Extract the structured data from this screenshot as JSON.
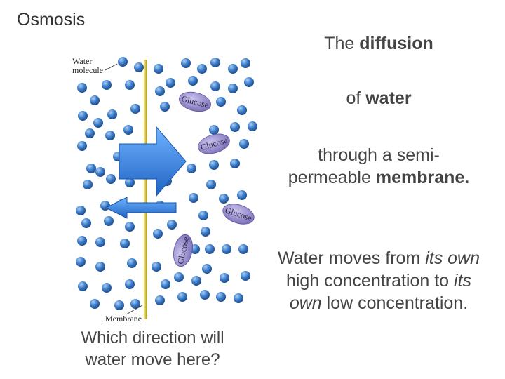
{
  "slide": {
    "title": "Osmosis",
    "definition": {
      "line1_pre": "The ",
      "line1_bold": "diffusion",
      "line2_pre": "of ",
      "line2_bold": "water",
      "line3_pre": "through a semi-permeable ",
      "line3_bold": "membrane."
    },
    "explanation": {
      "p1": "Water moves from ",
      "p2_italic": "its own",
      "p3": " high concentration to ",
      "p4_italic": "its own",
      "p5": " low concentration."
    },
    "question": "Which direction will water move here?"
  },
  "diagram": {
    "water_label_line1": "Water",
    "water_label_line2": "molecule",
    "membrane_label": "Membrane",
    "glucose_label": "Glucose",
    "colors": {
      "water_molecule": "#3d7cc9",
      "glucose": "#8e84c8",
      "membrane": "#b8a830",
      "arrow": "#2f7ee0"
    }
  }
}
